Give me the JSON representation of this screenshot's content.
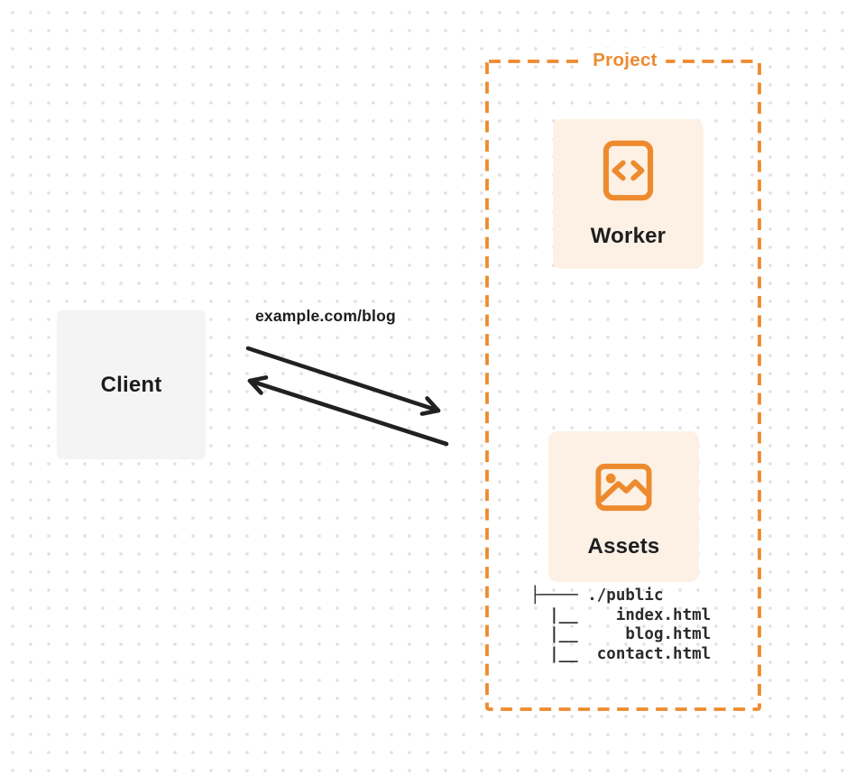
{
  "colors": {
    "accent_orange": "#ee8a2e",
    "card_bg": "#fcf1e4",
    "client_bg": "#f4f4f5",
    "ink": "#1d1d1f",
    "tree_ink": "#2b2b2b",
    "arrow_ink": "#212123",
    "dot": "#e2e2e6",
    "page_bg": "#ffffff"
  },
  "client": {
    "label": "Client"
  },
  "request": {
    "label": "example.com/blog"
  },
  "project": {
    "label": "Project",
    "worker": {
      "label": "Worker",
      "icon": "code-document-icon"
    },
    "assets": {
      "label": "Assets",
      "icon": "image-icon"
    },
    "file_tree": {
      "lines": [
        "├──── ./public",
        "  |__    index.html",
        "  |__     blog.html",
        "  |__  contact.html"
      ]
    }
  }
}
